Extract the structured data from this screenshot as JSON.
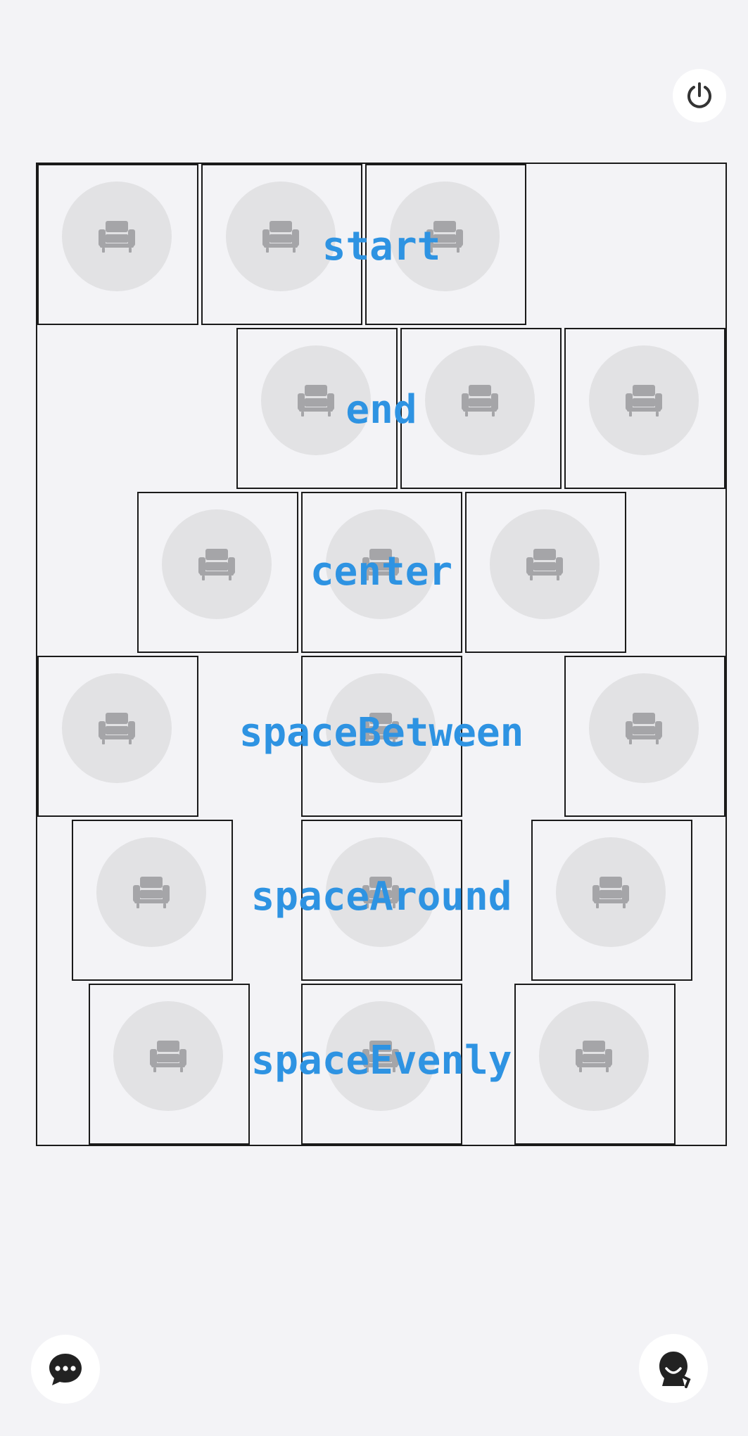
{
  "rows": [
    {
      "label": "start"
    },
    {
      "label": "end"
    },
    {
      "label": "center"
    },
    {
      "label": "spaceBetween"
    },
    {
      "label": "spaceAround"
    },
    {
      "label": "spaceEvenly"
    }
  ],
  "icons": {
    "power": "power-icon",
    "item": "armchair-icon",
    "chat": "chat-bubble-icon",
    "assistant": "assistant-avatar-icon"
  },
  "colors": {
    "background": "#f3f3f6",
    "label": "#2e93e2",
    "border": "#1a1a1a",
    "placeholder_circle": "#e2e2e4",
    "placeholder_icon": "#a5a5a8"
  }
}
